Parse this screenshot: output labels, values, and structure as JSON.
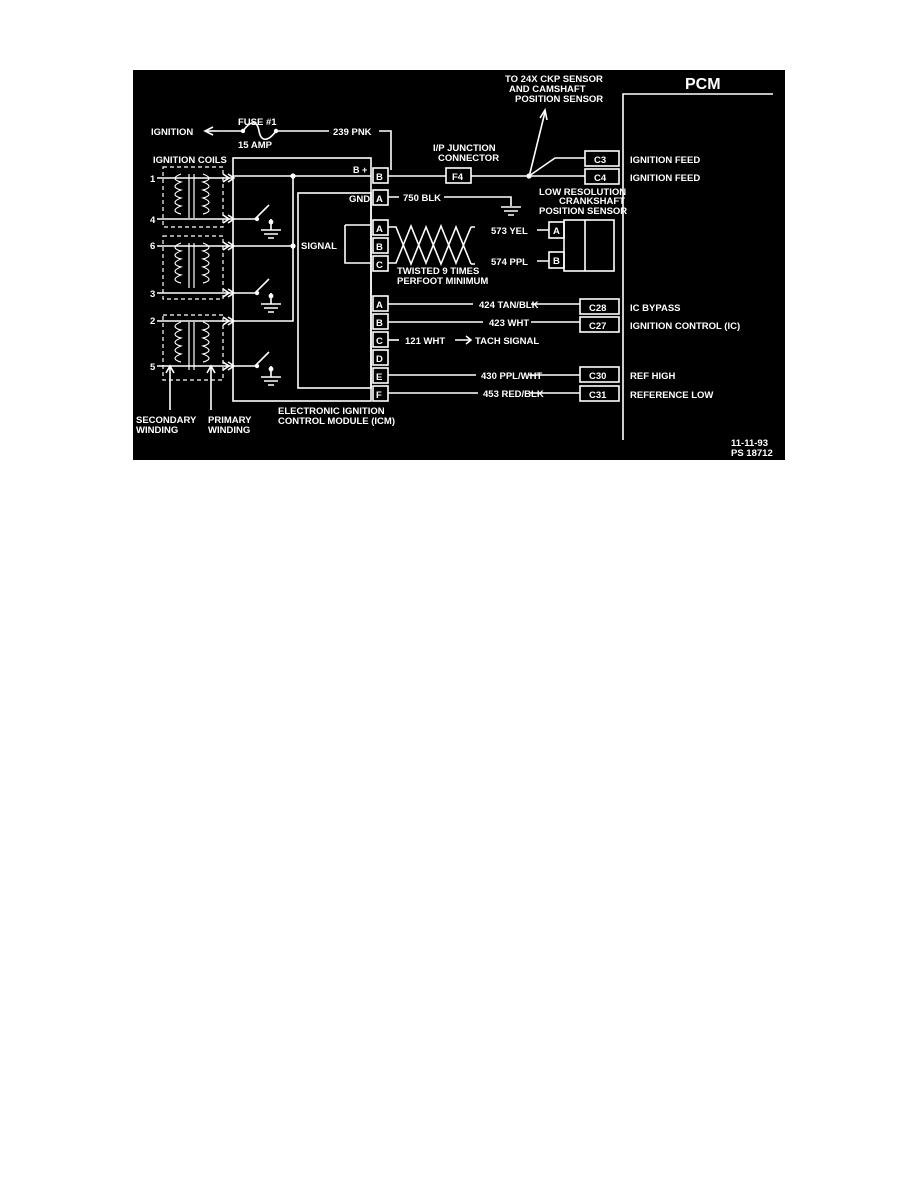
{
  "labels": {
    "ignition": "IGNITION",
    "fuse_name": "FUSE #1",
    "fuse_rating": "15 AMP",
    "wire_239": "239 PNK",
    "to_sensor_1": "TO 24X CKP SENSOR",
    "to_sensor_2": "AND CAMSHAFT",
    "to_sensor_3": "POSITION SENSOR",
    "pcm": "PCM",
    "ignition_coils": "IGNITION COILS",
    "ip_junction_1": "I/P JUNCTION",
    "ip_junction_2": "CONNECTOR",
    "f4": "F4",
    "b_plus": "B +",
    "gnd": "GND",
    "wire_750": "750 BLK",
    "low_res_1": "LOW RESOLUTION",
    "low_res_2": "CRANKSHAFT",
    "low_res_3": "POSITION SENSOR",
    "signal": "SIGNAL",
    "wire_573": "573 YEL",
    "wire_574": "574 PPL",
    "twisted_1": "TWISTED 9 TIMES",
    "twisted_2": "PERFOOT MINIMUM",
    "wire_424": "424 TAN/BLK",
    "wire_423": "423 WHT",
    "wire_121": "121 WHT",
    "tach": "TACH SIGNAL",
    "wire_430": "430 PPL/WHT",
    "wire_453": "453 RED/BLK",
    "icm_1": "ELECTRONIC IGNITION",
    "icm_2": "CONTROL MODULE (ICM)",
    "secondary_1": "SECONDARY",
    "secondary_2": "WINDING",
    "primary_1": "PRIMARY",
    "primary_2": "WINDING",
    "date": "11-11-93",
    "ps": "PS 18712"
  },
  "coil_numbers": [
    "1",
    "4",
    "6",
    "3",
    "2",
    "5"
  ],
  "sensor_pins": [
    "A",
    "B"
  ],
  "icm_pins_top": [
    "B",
    "A",
    "A",
    "B",
    "C"
  ],
  "icm_pins_bottom": [
    "A",
    "B",
    "C",
    "D",
    "E",
    "F"
  ],
  "pcm_pins": [
    {
      "pin": "C3",
      "desc": "IGNITION FEED"
    },
    {
      "pin": "C4",
      "desc": "IGNITION FEED"
    },
    {
      "pin": "C28",
      "desc": "IC BYPASS"
    },
    {
      "pin": "C27",
      "desc": "IGNITION CONTROL (IC)"
    },
    {
      "pin": "C30",
      "desc": "REF HIGH"
    },
    {
      "pin": "C31",
      "desc": "REFERENCE LOW"
    }
  ]
}
